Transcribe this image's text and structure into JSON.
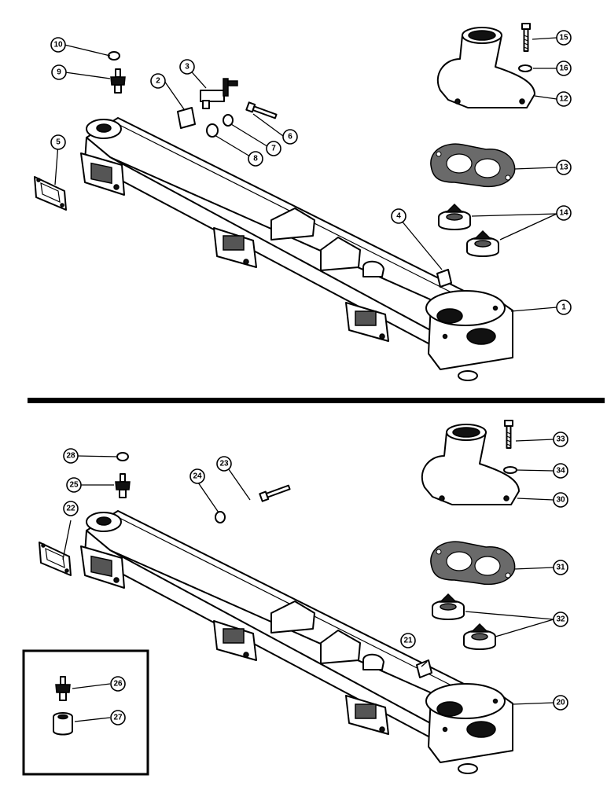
{
  "diagram": {
    "callouts_top": [
      {
        "id": "c1",
        "label": "1"
      },
      {
        "id": "c2",
        "label": "2"
      },
      {
        "id": "c3",
        "label": "3"
      },
      {
        "id": "c4",
        "label": "4"
      },
      {
        "id": "c5",
        "label": "5"
      },
      {
        "id": "c6",
        "label": "6"
      },
      {
        "id": "c7",
        "label": "7"
      },
      {
        "id": "c8",
        "label": "8"
      },
      {
        "id": "c9",
        "label": "9"
      },
      {
        "id": "c10",
        "label": "10"
      },
      {
        "id": "c12",
        "label": "12"
      },
      {
        "id": "c13",
        "label": "13"
      },
      {
        "id": "c14",
        "label": "14"
      },
      {
        "id": "c15",
        "label": "15"
      },
      {
        "id": "c16",
        "label": "16"
      }
    ],
    "callouts_bottom": [
      {
        "id": "c20",
        "label": "20"
      },
      {
        "id": "c21",
        "label": "21"
      },
      {
        "id": "c22",
        "label": "22"
      },
      {
        "id": "c23",
        "label": "23"
      },
      {
        "id": "c24",
        "label": "24"
      },
      {
        "id": "c25",
        "label": "25"
      },
      {
        "id": "c28",
        "label": "28"
      },
      {
        "id": "c30",
        "label": "30"
      },
      {
        "id": "c31",
        "label": "31"
      },
      {
        "id": "c32",
        "label": "32"
      },
      {
        "id": "c33",
        "label": "33"
      },
      {
        "id": "c34",
        "label": "34"
      }
    ],
    "callouts_inset": [
      {
        "id": "c26",
        "label": "26"
      },
      {
        "id": "c27",
        "label": "27"
      }
    ]
  }
}
